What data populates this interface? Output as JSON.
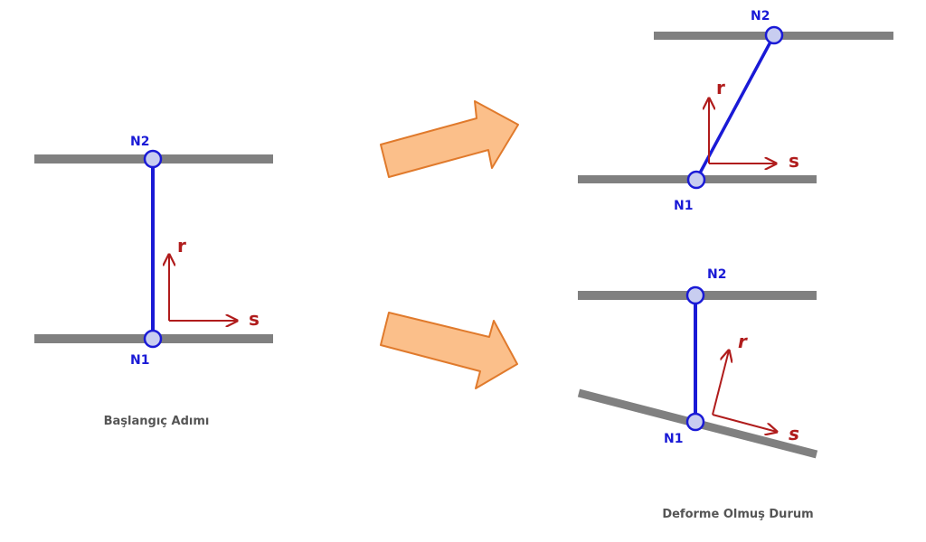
{
  "colors": {
    "plate": "#808080",
    "element": "#1a1ad6",
    "node_fill": "#c8cdf0",
    "node_stroke": "#1a1ad6",
    "axis": "#b01c1c",
    "arrow_fill": "#fbbf8a",
    "arrow_stroke": "#e07a2c",
    "caption": "#555555"
  },
  "initial": {
    "caption": "Başlangıç Adımı",
    "node_top": "N2",
    "node_bottom": "N1",
    "axis_r": "r",
    "axis_s": "s"
  },
  "deformed_shear": {
    "node_top": "N2",
    "node_bottom": "N1",
    "axis_r": "r",
    "axis_s": "s"
  },
  "deformed_rotation": {
    "node_top": "N2",
    "node_bottom": "N1",
    "axis_r": "r",
    "axis_s": "s"
  },
  "deformed_caption": "Deforme Olmuş Durum",
  "icons": {
    "transition_arrow_upper": "right-arrow-icon",
    "transition_arrow_lower": "right-arrow-icon"
  }
}
